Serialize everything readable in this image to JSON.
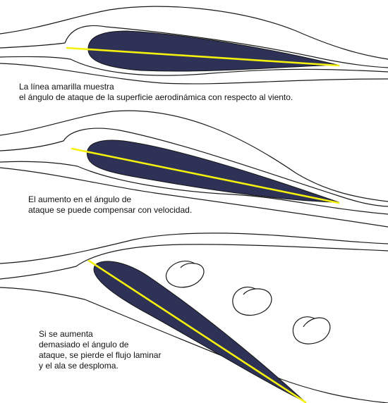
{
  "colors": {
    "background": "#ffffff",
    "airfoil": "#2e3256",
    "chord_line": "#f5f00e",
    "streamline": "#1a1a1a"
  },
  "panels": [
    {
      "id": "low-angle",
      "caption_lines": [
        "La línea amarilla muestra",
        "el ángulo de ataque de la superficie aerodinámica con respecto al viento."
      ]
    },
    {
      "id": "medium-angle",
      "caption_lines": [
        "El aumento en el ángulo de",
        "ataque se puede compensar con velocidad."
      ]
    },
    {
      "id": "stall-angle",
      "caption_lines": [
        "Si se aumenta",
        "demasiado el  ángulo de",
        "ataque, se pierde el flujo laminar",
        "y el ala se desploma."
      ]
    }
  ]
}
